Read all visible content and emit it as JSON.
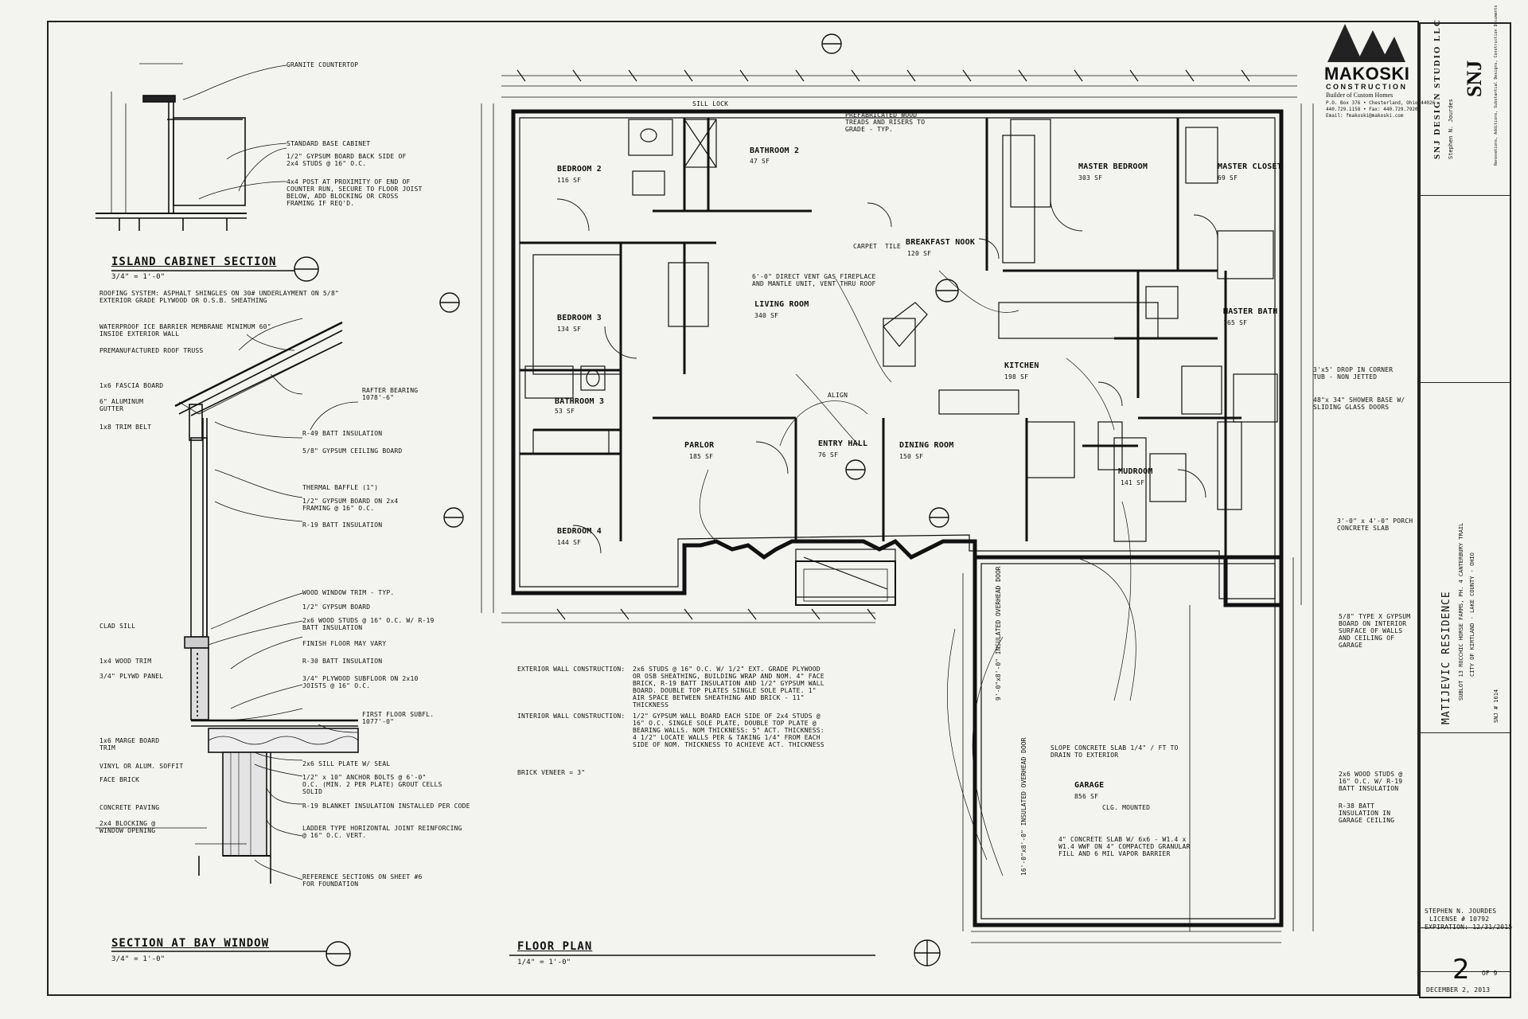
{
  "firm": {
    "logo_name": "MAKOSKI",
    "logo_sub": "CONSTRUCTION",
    "tagline": "Builder of Custom Homes",
    "address": "P.O. Box 376 • Chesterland, Ohio 44026",
    "phone": "440.729.1158 • Fax: 440.729.7920",
    "email": "Email: fmakoski@makoski.com"
  },
  "designer": {
    "studio": "SNJ DESIGN STUDIO LLC",
    "mark": "SNJ",
    "name": "Stephen N. Jourdes",
    "services": "Renovations, Additions, Substantial Designs, Construction Documents"
  },
  "project": {
    "title": "MATIJEVIC RESIDENCE",
    "line1": "SUBLOT 13 ROCCHIC HORSE FARMS, PH. 4  CANTERBURY TRAIL",
    "line2": "CITY OF KIRTLAND - LAKE COUNTY - OHIO",
    "job": "SNJ # 1614"
  },
  "license": {
    "name": "STEPHEN N. JOURDES",
    "number": "LICENSE # 10792",
    "expiration": "EXPIRATION: 12/31/2015"
  },
  "sheet": {
    "number": "2",
    "of": "OF 9",
    "date": "DECEMBER 2, 2013"
  },
  "views": {
    "island_title": "ISLAND CABINET SECTION",
    "island_scale": "3/4\" = 1'-0\"",
    "bay_title": "SECTION AT BAY WINDOW",
    "bay_scale": "3/4\" = 1'-0\"",
    "plan_title": "FLOOR PLAN",
    "plan_scale": "1/4\" = 1'-0\""
  },
  "rooms": [
    {
      "name": "BEDROOM 2",
      "area": "116 SF"
    },
    {
      "name": "BATHROOM 2",
      "area": "47 SF"
    },
    {
      "name": "MASTER BEDROOM",
      "area": "303 SF"
    },
    {
      "name": "MASTER CLOSET",
      "area": "69 SF"
    },
    {
      "name": "BREAKFAST NOOK",
      "area": "120 SF"
    },
    {
      "name": "LIVING ROOM",
      "area": "340 SF"
    },
    {
      "name": "BEDROOM 3",
      "area": "134 SF"
    },
    {
      "name": "MASTER BATH",
      "area": "165 SF"
    },
    {
      "name": "KITCHEN",
      "area": "198 SF"
    },
    {
      "name": "BATHROOM 3",
      "area": "53 SF"
    },
    {
      "name": "PARLOR",
      "area": "185 SF"
    },
    {
      "name": "ENTRY HALL",
      "area": "76 SF"
    },
    {
      "name": "DINING ROOM",
      "area": "150 SF"
    },
    {
      "name": "MUDROOM",
      "area": "141 SF"
    },
    {
      "name": "BEDROOM 4",
      "area": "144 SF"
    },
    {
      "name": "GARAGE",
      "area": "856 SF"
    }
  ],
  "island_notes": [
    "GRANITE COUNTERTOP",
    "STANDARD BASE CABINET",
    "1/2\" GYPSUM BOARD BACK SIDE OF 2x4 STUDS @ 16\" O.C.",
    "4x4 POST AT PROXIMITY OF END OF COUNTER RUN, SECURE TO FLOOR JOIST BELOW, ADD BLOCKING OR CROSS FRAMING IF REQ'D."
  ],
  "bay_notes_right": [
    "ROOFING SYSTEM: ASPHALT SHINGLES ON 30# UNDERLAYMENT ON 5/8\" EXTERIOR GRADE PLYWOOD OR O.S.B. SHEATHING",
    "WATERPROOF ICE BARRIER MEMBRANE MINIMUM 60\" INSIDE EXTERIOR WALL",
    "PREMANUFACTURED ROOF TRUSS",
    "RAFTER BEARING 1078'-6\"",
    "R-49 BATT INSULATION",
    "5/8\" GYPSUM CEILING BOARD",
    "THERMAL BAFFLE (1\")",
    "1/2\" GYPSUM BOARD ON 2x4 FRAMING @ 16\" O.C.",
    "R-19 BATT INSULATION",
    "WOOD WINDOW TRIM - TYP.",
    "1/2\" GYPSUM BOARD",
    "2x6 WOOD STUDS @ 16\" O.C. W/ R-19 BATT INSULATION",
    "FINISH FLOOR MAY VARY",
    "R-30 BATT INSULATION",
    "3/4\" PLYWOOD SUBFLOOR ON 2x10 JOISTS @ 16\" O.C.",
    "FIRST FLOOR SUBFL. 1077'-0\"",
    "2x6 SILL PLATE W/ SEAL",
    "1/2\" x 10\" ANCHOR BOLTS @ 6'-0\" O.C. (MIN. 2 PER PLATE) GROUT CELLS SOLID",
    "R-19 BLANKET INSULATION INSTALLED PER CODE",
    "LADDER TYPE HORIZONTAL JOINT REINFORCING @ 16\" O.C. VERT.",
    "REFERENCE SECTIONS ON SHEET #6 FOR FOUNDATION"
  ],
  "bay_notes_left": [
    "1x6 FASCIA BOARD",
    "6\" ALUMINUM GUTTER",
    "1x8 TRIM BELT",
    "CLAD SILL",
    "1x4 WOOD TRIM",
    "3/4\" PLYWD PANEL",
    "1x6 MARGE BOARD TRIM",
    "VINYL OR ALUM. SOFFIT",
    "FACE BRICK",
    "CONCRETE PAVING",
    "2x4 BLOCKING @ WINDOW OPENING"
  ],
  "construction_notes": {
    "exterior_label": "EXTERIOR WALL CONSTRUCTION:",
    "exterior": "2x6 STUDS @ 16\" O.C. W/ 1/2\" EXT. GRADE PLYWOOD OR OSB SHEATHING, BUILDING WRAP AND NOM. 4\" FACE BRICK, R-19 BATT INSULATION AND 1/2\" GYPSUM WALL BOARD. DOUBLE TOP PLATES SINGLE SOLE PLATE. 1\" AIR SPACE BETWEEN SHEATHING AND BRICK - 11\" THICKNESS",
    "interior_label": "INTERIOR WALL CONSTRUCTION:",
    "interior": "1/2\" GYPSUM WALL BOARD EACH SIDE OF 2x4 STUDS @ 16\" O.C. SINGLE SOLE PLATE, DOUBLE TOP PLATE @ BEARING WALLS. NOM THICKNESS: 5\" ACT. THICKNESS: 4 1/2\" LOCATE WALLS PER & TAKING 1/4\" FROM EACH SIDE OF NOM. THICKNESS TO ACHIEVE ACT. THICKNESS",
    "brick": "BRICK VENEER = 3\""
  },
  "garage_notes": [
    "SLOPE CONCRETE SLAB 1/4\" / FT TO DRAIN TO EXTERIOR",
    "4\" CONCRETE SLAB W/ 6x6 - W1.4 x W1.4 WWF ON 4\" COMPACTED GRANULAR FILL AND 6 MIL VAPOR BARRIER",
    "CLG. MOUNTED",
    "16'-0\"x8'-0\" INSULATED OVERHEAD DOOR",
    "9'-0\"x8'-0\" INSULATED OVERHEAD DOOR"
  ],
  "right_notes": [
    "3'x5' DROP IN CORNER TUB - NON JETTED",
    "48\"x 34\" SHOWER BASE W/ SLIDING GLASS DOORS",
    "3'-0\" x 4'-0\" PORCH CONCRETE SLAB",
    "5/8\" TYPE X GYPSUM BOARD ON INTERIOR SURFACE OF WALLS AND CEILING OF GARAGE",
    "2x6 WOOD STUDS @ 16\" O.C. W/ R-19 BATT INSULATION",
    "R-38 BATT INSULATION IN GARAGE CEILING"
  ],
  "plan_notes": [
    "PREFABRICATED WOOD TREADS AND RISERS TO GRADE - TYP.",
    "6'-0\" DIRECT VENT GAS FIREPLACE AND MANTLE UNIT, VENT THRU ROOF",
    "CARPET",
    "TILE",
    "ALIGN",
    "SILL LOCK"
  ]
}
